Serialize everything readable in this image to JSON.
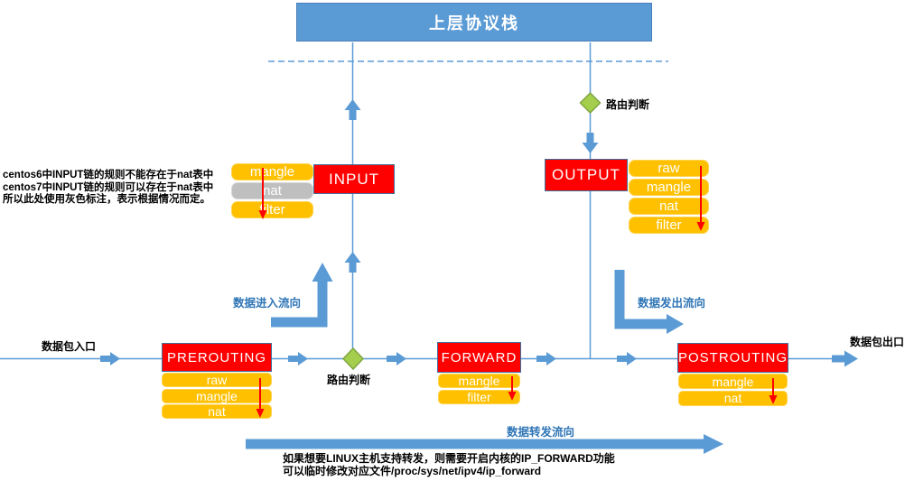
{
  "title": {
    "text": "上层协议栈"
  },
  "labels": {
    "packet_in": "数据包入口",
    "packet_out": "数据包出口",
    "flow_in": "数据进入流向",
    "flow_out": "数据发出流向",
    "flow_forward": "数据转发流向",
    "routing_top": "路由判断",
    "routing_mid": "路由判断"
  },
  "chains": {
    "input": {
      "label": "INPUT",
      "tables": [
        {
          "name": "mangle"
        },
        {
          "name": "nat"
        },
        {
          "name": "filter"
        }
      ]
    },
    "output": {
      "label": "OUTPUT",
      "tables": [
        {
          "name": "raw"
        },
        {
          "name": "mangle"
        },
        {
          "name": "nat"
        },
        {
          "name": "filter"
        }
      ]
    },
    "prerouting": {
      "label": "PREROUTING",
      "tables": [
        {
          "name": "raw"
        },
        {
          "name": "mangle"
        },
        {
          "name": "nat"
        }
      ]
    },
    "forward": {
      "label": "FORWARD",
      "tables": [
        {
          "name": "mangle"
        },
        {
          "name": "filter"
        }
      ]
    },
    "postrouting": {
      "label": "POSTROUTING",
      "tables": [
        {
          "name": "mangle"
        },
        {
          "name": "nat"
        }
      ]
    }
  },
  "notes": {
    "left": [
      "centos6中INPUT链的规则不能存在于nat表中",
      "centos7中INPUT链的规则可以存在于nat表中",
      "所以此处使用灰色标注，表示根据情况而定。"
    ],
    "bottom": [
      "如果想要LINUX主机支持转发，则需要开启内核的IP_FORWARD功能",
      "可以临时修改对应文件/proc/sys/net/ipv4/ip_forward"
    ]
  },
  "colors": {
    "line_blue": "#5B9BD5",
    "chain_red": "#FF0000",
    "table_yellow": "#FFC000",
    "table_gray": "#BFBFBF",
    "diamond_green": "#A5CE4D",
    "flow_label_blue": "#2E75B6"
  }
}
